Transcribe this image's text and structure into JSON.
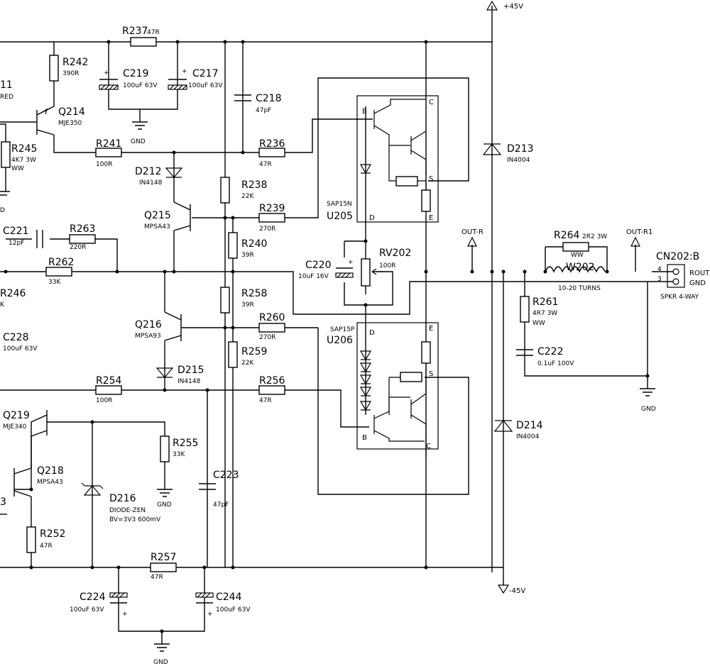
{
  "rails": {
    "pos": "+45V",
    "neg": "-45V",
    "gnd": "GND"
  },
  "outputs": {
    "out_r": "OUT-R",
    "out_r1": "OUT-R1"
  },
  "connector": {
    "name": "CN202:B",
    "pin4": "4",
    "pin3": "3",
    "sig_rout": "ROUT",
    "sig_gnd": "GND",
    "type": "SPKR 4-WAY"
  },
  "edge": {
    "l11": "11",
    "red": "RED",
    "d": "D",
    "k": "K",
    "b": "3"
  },
  "modules": {
    "u205": {
      "ref": "U205",
      "type": "SAP15N",
      "b": "B",
      "c": "C",
      "s": "S",
      "d": "D",
      "e": "E"
    },
    "u206": {
      "ref": "U206",
      "type": "SAP15P",
      "b": "B",
      "c": "C",
      "s": "S",
      "d": "D",
      "e": "E"
    }
  },
  "parts": {
    "r237": {
      "ref": "R237",
      "val": "47R"
    },
    "r242": {
      "ref": "R242",
      "val": "390R"
    },
    "c219": {
      "ref": "C219",
      "val": "100uF 63V"
    },
    "c217": {
      "ref": "C217",
      "val": "100uF 63V"
    },
    "c218": {
      "ref": "C218",
      "val": "47pF"
    },
    "q214": {
      "ref": "Q214",
      "val": "MJE350"
    },
    "r245": {
      "ref": "R245",
      "val1": "4K7 3W",
      "val2": "WW"
    },
    "r241": {
      "ref": "R241",
      "val": "100R"
    },
    "r236": {
      "ref": "R236",
      "val": "47R"
    },
    "d212": {
      "ref": "D212",
      "val": "IN4148"
    },
    "r238": {
      "ref": "R238",
      "val": "22K"
    },
    "q215": {
      "ref": "Q215",
      "val": "MPSA43"
    },
    "r239": {
      "ref": "R239",
      "val": "270R"
    },
    "c221": {
      "ref": "C221",
      "val": "12pF"
    },
    "r263": {
      "ref": "R263",
      "val": "220R"
    },
    "r240": {
      "ref": "R240",
      "val": "39R"
    },
    "c220": {
      "ref": "C220",
      "val": "10uF 16V"
    },
    "rv202": {
      "ref": "RV202",
      "val": "100R"
    },
    "r262": {
      "ref": "R262",
      "val": "33K"
    },
    "r246": {
      "ref": "R246"
    },
    "r258": {
      "ref": "R258",
      "val": "39R"
    },
    "r260": {
      "ref": "R260",
      "val": "270R"
    },
    "q216": {
      "ref": "Q216",
      "val": "MPSA93"
    },
    "c228": {
      "ref": "C228",
      "val": "100uF 63V"
    },
    "r259": {
      "ref": "R259",
      "val": "22K"
    },
    "d215": {
      "ref": "D215",
      "val": "IN4148"
    },
    "r254": {
      "ref": "R254",
      "val": "100R"
    },
    "r256": {
      "ref": "R256",
      "val": "47R"
    },
    "q219": {
      "ref": "Q219",
      "val": "MJE340"
    },
    "r255": {
      "ref": "R255",
      "val": "33K"
    },
    "q218": {
      "ref": "Q218",
      "val": "MPSA43"
    },
    "d216": {
      "ref": "D216",
      "val1": "DIODE-ZEN",
      "val2": "BV=3V3 600mV"
    },
    "c223": {
      "ref": "C223",
      "val": "47pF"
    },
    "r252": {
      "ref": "R252",
      "val": "47R"
    },
    "r257": {
      "ref": "R257",
      "val": "47R"
    },
    "c224": {
      "ref": "C224",
      "val": "100uF 63V"
    },
    "c244": {
      "ref": "C244",
      "val": "100uF 63V"
    },
    "d213": {
      "ref": "D213",
      "val": "IN4004"
    },
    "d214": {
      "ref": "D214",
      "val": "IN4004"
    },
    "r264": {
      "ref": "R264",
      "val": "2R2 3W",
      "val2": "WW"
    },
    "w202": {
      "ref": "W202",
      "val": "10-20 TURNS"
    },
    "r261": {
      "ref": "R261",
      "val1": "4R7 3W",
      "val2": "WW"
    },
    "c222": {
      "ref": "C222",
      "val": "0.1uF 100V"
    }
  },
  "symbols": {
    "plus": "+"
  }
}
